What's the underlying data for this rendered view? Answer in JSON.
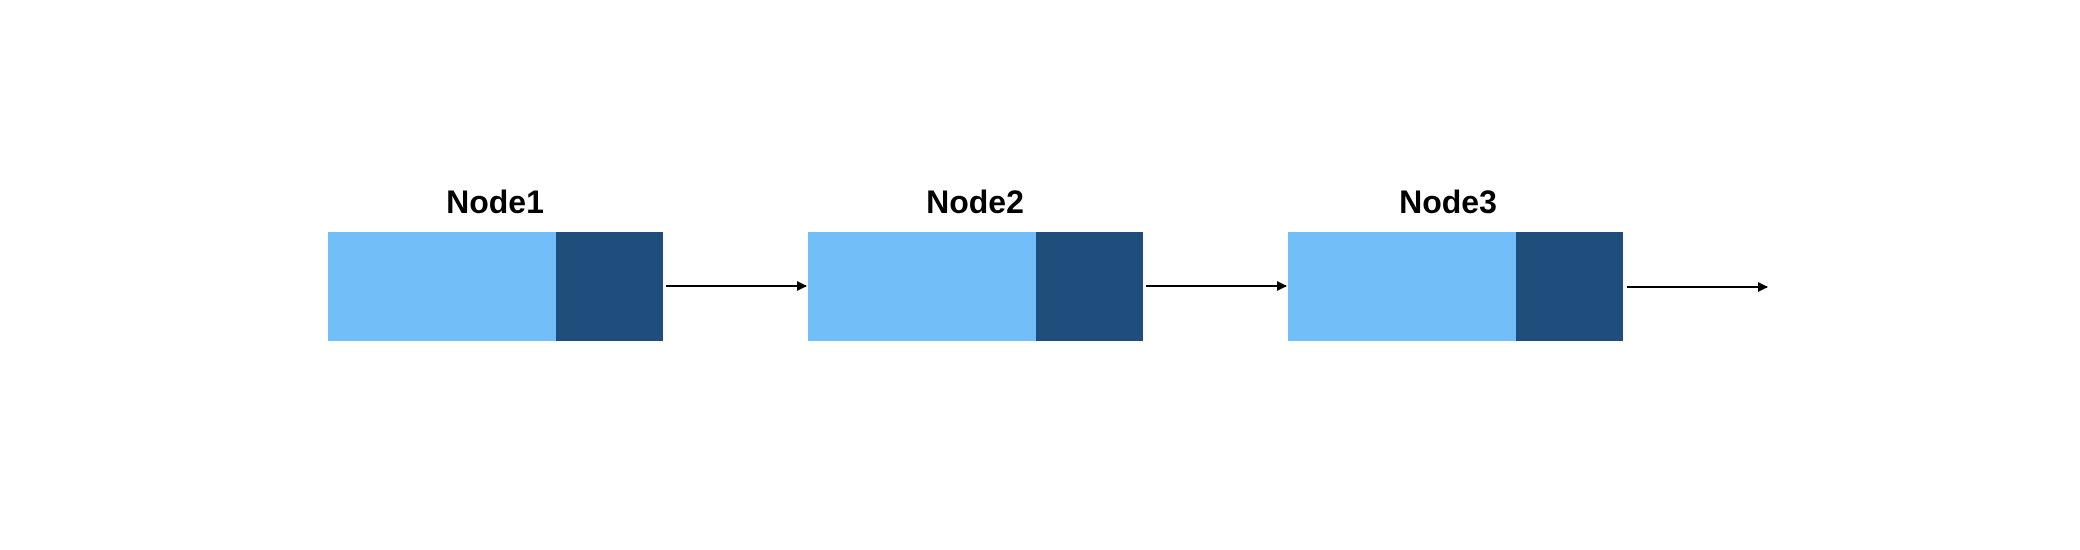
{
  "diagram": {
    "colors": {
      "data_cell": "#71BEF8",
      "pointer_cell": "#1F4D7C",
      "arrow": "#000000",
      "label": "#000000",
      "background": "#FFFFFF"
    },
    "nodes": [
      {
        "label": "Node1"
      },
      {
        "label": "Node2"
      },
      {
        "label": "Node3"
      }
    ],
    "edges": [
      {
        "from": "Node1",
        "to": "Node2"
      },
      {
        "from": "Node2",
        "to": "Node3"
      },
      {
        "from": "Node3",
        "to": ""
      }
    ]
  }
}
